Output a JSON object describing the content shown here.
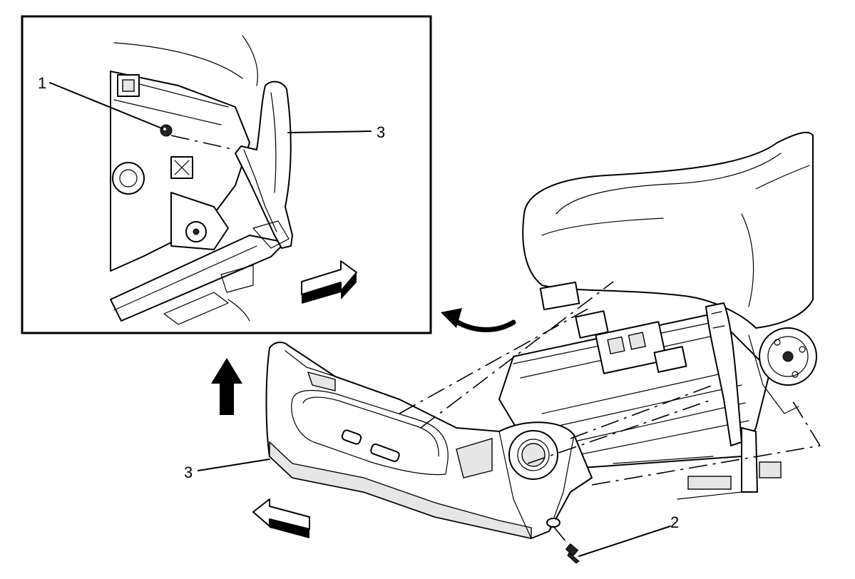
{
  "callouts": {
    "inset_fastener": "1",
    "inset_cover": "3",
    "main_cover": "3",
    "main_screw": "2"
  },
  "arrows": {
    "inset_move": "outline-right-arrow",
    "main_move": "outline-left-arrow",
    "lift": "solid-up-arrow",
    "detail": "curved-detail-arrow"
  },
  "colors": {
    "line": "#000000",
    "background": "#ffffff",
    "shade": "#e6e6e6"
  }
}
